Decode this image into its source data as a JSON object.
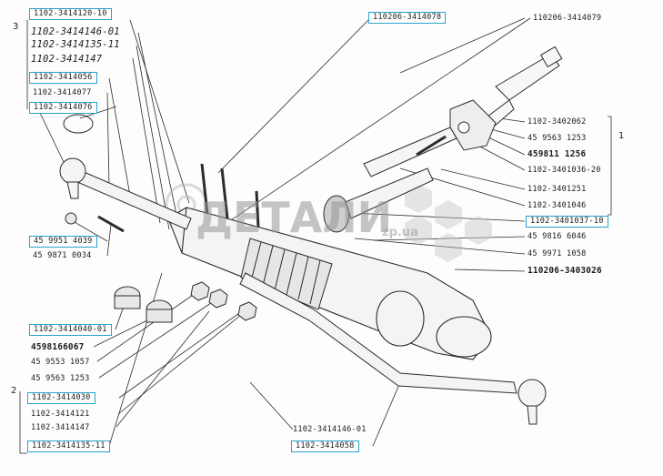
{
  "colors": {
    "highlight_box": "#27a3cc",
    "line_art": "#2b2b2b",
    "watermark": "#9b9b9b"
  },
  "group_markers": [
    "1",
    "2",
    "3"
  ],
  "watermark": {
    "text": "ДЕТАЛИ",
    "suffix": "zp.ua"
  },
  "labels": {
    "top_left_1": "1102-3414120-10",
    "top_left_2": "1102-3414146-01",
    "top_left_3": "1102-3414135-11",
    "top_left_4": "1102-3414147",
    "top_left_5": "1102-3414056",
    "top_left_6": "1102-3414077",
    "top_left_7": "1102-3414076",
    "top_center": "110206-3414078",
    "top_right": "110206-3414079",
    "right_1": "1102-3402062",
    "right_2": "45 9563 1253",
    "right_3": "459811 1256",
    "right_4": "1102-3401036-20",
    "right_5": "1102-3401251",
    "right_6": "1102-3401046",
    "right_7": "1102-3401037-10",
    "right_8": "45 9816 6046",
    "right_9": "45 9971 1058",
    "right_10": "110206-3403026",
    "left_mid_1": "45 9951 4039",
    "left_mid_2": "45 9871 0034",
    "left_low_1": "1102-3414040-01",
    "left_low_2": "4598166067",
    "left_low_3": "45 9553 1057",
    "left_low_4": "45 9563 1253",
    "bottom_1": "1102-3414030",
    "bottom_2": "1102-3414121",
    "bottom_3": "1102-3414147",
    "bottom_4": "1102-3414135-11",
    "bottom_center_1": "1102-3414146-01",
    "bottom_center_2": "1102-3414058"
  }
}
